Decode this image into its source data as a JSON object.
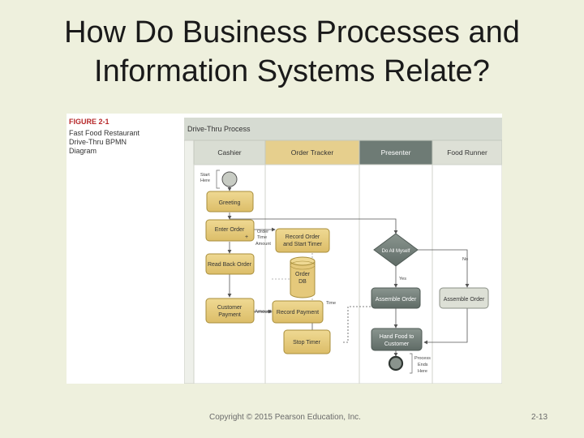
{
  "slide": {
    "title_line1": "How Do Business Processes and",
    "title_line2": "Information Systems Relate?",
    "footer_copyright": "Copyright © 2015 Pearson Education, Inc.",
    "footer_page": "2-13"
  },
  "figure": {
    "number": "FIGURE 2-1",
    "caption": "Fast Food Restaurant\nDrive-Thru BPMN\nDiagram"
  },
  "diagram": {
    "pool_title": "Drive-Thru Process",
    "lanes": [
      "Cashier",
      "Order Tracker",
      "Presenter",
      "Food Runner"
    ],
    "start_label_1": "Start",
    "start_label_2": "Here",
    "activities": {
      "greeting": "Greeting",
      "enter_order": "Enter Order",
      "read_back_order": "Read Back Order",
      "customer_payment_1": "Customer",
      "customer_payment_2": "Payment",
      "record_order_1": "Record Order",
      "record_order_2": "and Start Timer",
      "record_payment": "Record Payment",
      "stop_timer": "Stop Timer",
      "assemble_order_presenter": "Assemble Order",
      "assemble_order_runner": "Assemble Order",
      "hand_food_1": "Hand Food to",
      "hand_food_2": "Customer"
    },
    "gateway": "Do All Myself",
    "datastore_1": "Order",
    "datastore_2": "DB",
    "annotations": {
      "order_1": "Order",
      "order_2": "Time",
      "order_3": "Amount",
      "amount": "Amount",
      "time": "Time",
      "yes": "Yes",
      "no": "No",
      "end_1": "Process",
      "end_2": "Ends",
      "end_3": "Here"
    }
  },
  "colors": {
    "background": "#eef0dd",
    "activity_fill": "#e5c97b",
    "activity_stroke": "#a88e3b",
    "presenter_fill": "#6e7b75",
    "runner_fill": "#dde0d6",
    "figure_red": "#b6282a"
  }
}
